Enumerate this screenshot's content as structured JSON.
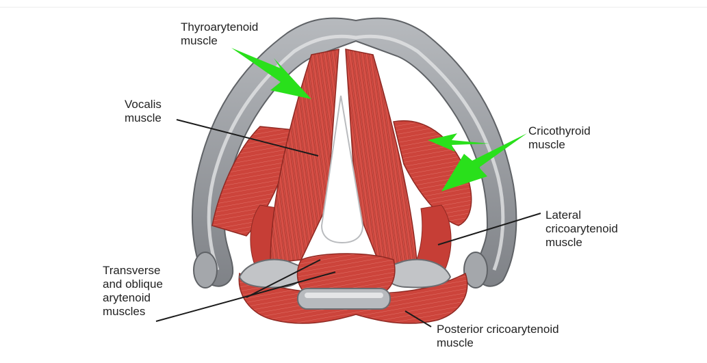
{
  "labels": {
    "thyroarytenoid": [
      "Thyroarytenoid",
      "muscle"
    ],
    "vocalis": [
      "Vocalis",
      "muscle"
    ],
    "cricothyroid": [
      "Cricothyroid",
      "muscle"
    ],
    "lateral_cricoarytenoid": [
      "Lateral",
      "cricoarytenoid",
      "muscle"
    ],
    "transverse_oblique_arytenoid": [
      "Transverse",
      "and oblique",
      "arytenoid",
      "muscles"
    ],
    "posterior_cricoarytenoid": [
      "Posterior cricoarytenoid",
      "muscle"
    ]
  },
  "colors": {
    "cartilage": "#8f9296",
    "cartilage_highlight": "#e2e3e5",
    "muscle": "#d2463e",
    "muscle_dark": "#a5302a",
    "muscle_light": "#ec8a80",
    "arrow": "#29e01b",
    "leader_line": "#1b1b1b",
    "text": "#222222"
  }
}
